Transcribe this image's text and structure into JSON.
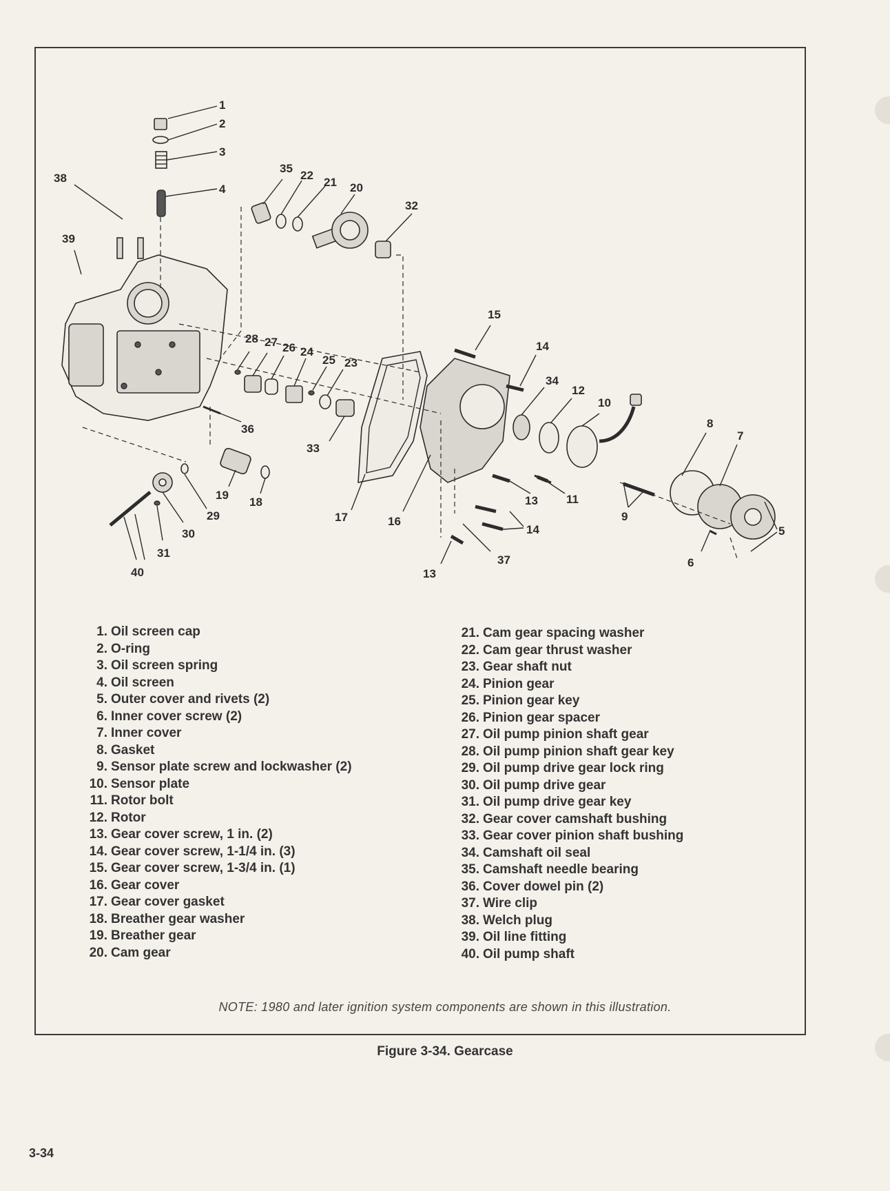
{
  "diagram": {
    "callouts": [
      "1",
      "2",
      "3",
      "4",
      "5",
      "6",
      "7",
      "8",
      "9",
      "10",
      "11",
      "12",
      "13",
      "13",
      "14",
      "14",
      "15",
      "16",
      "17",
      "18",
      "19",
      "20",
      "21",
      "22",
      "23",
      "24",
      "25",
      "26",
      "27",
      "28",
      "29",
      "30",
      "31",
      "32",
      "33",
      "34",
      "35",
      "36",
      "37",
      "38",
      "39",
      "40"
    ]
  },
  "legend": {
    "left": [
      {
        "num": "1.",
        "text": "Oil screen cap"
      },
      {
        "num": "2.",
        "text": "O-ring"
      },
      {
        "num": "3.",
        "text": "Oil screen spring"
      },
      {
        "num": "4.",
        "text": "Oil screen"
      },
      {
        "num": "5.",
        "text": "Outer cover and rivets (2)"
      },
      {
        "num": "6.",
        "text": "Inner cover screw (2)"
      },
      {
        "num": "7.",
        "text": "Inner cover"
      },
      {
        "num": "8.",
        "text": "Gasket"
      },
      {
        "num": "9.",
        "text": "Sensor plate screw and lockwasher (2)"
      },
      {
        "num": "10.",
        "text": "Sensor plate"
      },
      {
        "num": "11.",
        "text": "Rotor bolt"
      },
      {
        "num": "12.",
        "text": "Rotor"
      },
      {
        "num": "13.",
        "text": "Gear cover screw, 1 in. (2)"
      },
      {
        "num": "14.",
        "text": "Gear cover screw, 1-1/4 in. (3)"
      },
      {
        "num": "15.",
        "text": "Gear cover screw, 1-3/4 in. (1)"
      },
      {
        "num": "16.",
        "text": "Gear cover"
      },
      {
        "num": "17.",
        "text": "Gear cover gasket"
      },
      {
        "num": "18.",
        "text": "Breather gear washer"
      },
      {
        "num": "19.",
        "text": "Breather gear"
      },
      {
        "num": "20.",
        "text": "Cam gear"
      }
    ],
    "right": [
      {
        "num": "21.",
        "text": "Cam gear spacing washer"
      },
      {
        "num": "22.",
        "text": "Cam gear thrust washer"
      },
      {
        "num": "23.",
        "text": "Gear shaft nut"
      },
      {
        "num": "24.",
        "text": "Pinion gear"
      },
      {
        "num": "25.",
        "text": "Pinion gear key"
      },
      {
        "num": "26.",
        "text": "Pinion gear spacer"
      },
      {
        "num": "27.",
        "text": "Oil pump pinion shaft gear"
      },
      {
        "num": "28.",
        "text": "Oil pump pinion shaft gear key"
      },
      {
        "num": "29.",
        "text": "Oil pump drive gear lock ring"
      },
      {
        "num": "30.",
        "text": "Oil pump drive gear"
      },
      {
        "num": "31.",
        "text": "Oil pump drive gear key"
      },
      {
        "num": "32.",
        "text": "Gear cover camshaft bushing"
      },
      {
        "num": "33.",
        "text": "Gear cover pinion shaft bushing"
      },
      {
        "num": "34.",
        "text": "Camshaft oil seal"
      },
      {
        "num": "35.",
        "text": "Camshaft needle bearing"
      },
      {
        "num": "36.",
        "text": "Cover dowel pin (2)"
      },
      {
        "num": "37.",
        "text": "Wire clip"
      },
      {
        "num": "38.",
        "text": "Welch plug"
      },
      {
        "num": "39.",
        "text": "Oil line fitting"
      },
      {
        "num": "40.",
        "text": "Oil pump shaft"
      }
    ]
  },
  "note": "NOTE: 1980 and later ignition system components are shown in this illustration.",
  "caption": "Figure 3-34. Gearcase",
  "page_number": "3-34"
}
